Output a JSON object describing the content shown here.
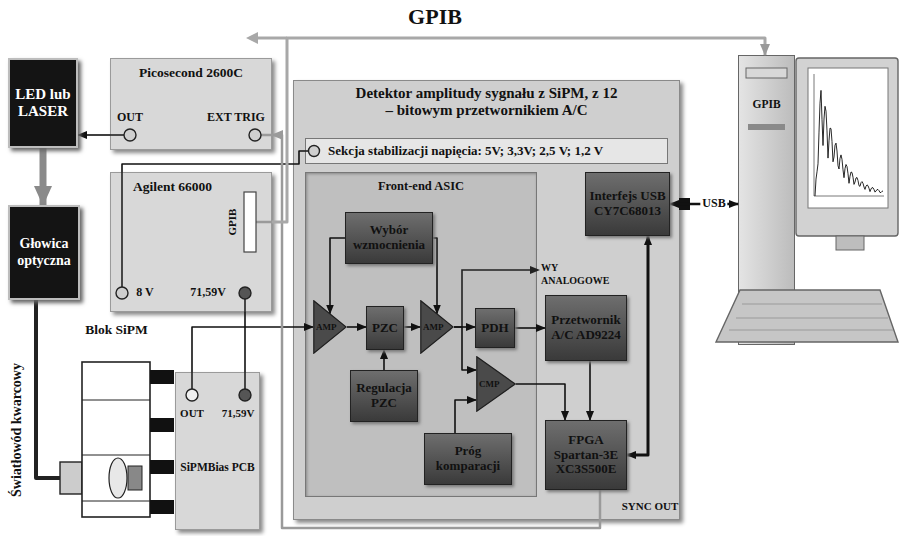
{
  "diagram": {
    "title": "GPIB",
    "nodes": [
      {
        "text": [
          "LED lub LASER"
        ]
      },
      {
        "text": [
          "Picosecond 2600C"
        ]
      },
      {
        "text": [
          "Głowica optyczna"
        ]
      },
      {
        "text": [
          "Agilent 66000"
        ]
      },
      {
        "text": [
          "Blok SiPM"
        ]
      },
      {
        "text": [
          "SiPMBias PCB"
        ]
      },
      {
        "text": [
          "Detektor amplitudy sygnału z SiPM, z 12 – bitowym przetwornikiem A/C"
        ]
      },
      {
        "text": [
          "Sekcja stabilizacji napięcia: 5V; 3,3V; 2,5 V; 1,2 V"
        ],
        "in": 6
      },
      {
        "text": [
          "Front-end ASIC"
        ],
        "in": 6
      },
      {
        "text": [
          "Wybór wzmocnienia"
        ],
        "in": 8
      },
      {
        "text": [
          "AMP"
        ],
        "in": 8
      },
      {
        "text": [
          "PZC"
        ],
        "in": 8
      },
      {
        "text": [
          "AMP"
        ],
        "in": 8
      },
      {
        "text": [
          "PDH"
        ],
        "in": 8
      },
      {
        "text": [
          "CMP"
        ],
        "in": 8
      },
      {
        "text": [
          "Regulacja PZC"
        ],
        "in": 8
      },
      {
        "text": [
          "Próg komparacji"
        ],
        "in": 8
      },
      {
        "text": [
          "Przetwornik A/C AD9224"
        ],
        "in": 6
      },
      {
        "text": [
          "Interfejs USB CY7C68013"
        ],
        "in": 6
      },
      {
        "text": [
          "FPGA Spartan-3E XC3S500E"
        ],
        "in": 6
      },
      {
        "text": [
          "GPIB"
        ]
      }
    ],
    "edges": [
      {
        "from": 1,
        "to": 0,
        "arrow": "to"
      },
      {
        "from": 0,
        "to": 2,
        "arrow": "to"
      },
      {
        "from": 2,
        "to": 4,
        "arrow": "none"
      },
      {
        "from": 3,
        "to": 7,
        "arrow": "none"
      },
      {
        "from": 3,
        "to": 5,
        "arrow": "none"
      },
      {
        "from": 5,
        "to": 10,
        "arrow": "to"
      },
      {
        "from": 9,
        "to": 10,
        "arrow": "to"
      },
      {
        "from": 9,
        "to": 12,
        "arrow": "to"
      },
      {
        "from": 10,
        "to": 11,
        "arrow": "to"
      },
      {
        "from": 11,
        "to": 12,
        "arrow": "to"
      },
      {
        "from": 12,
        "to": 13,
        "arrow": "to"
      },
      {
        "from": 12,
        "to": 14,
        "arrow": "to"
      },
      {
        "from": 15,
        "to": 11,
        "arrow": "to"
      },
      {
        "from": 16,
        "to": 14,
        "arrow": "to"
      },
      {
        "from": 13,
        "to": 17,
        "arrow": "to"
      },
      {
        "from": 14,
        "to": 19,
        "arrow": "to"
      },
      {
        "from": 17,
        "to": 19,
        "arrow": "to"
      },
      {
        "from": 19,
        "to": 18,
        "arrow": "both"
      },
      {
        "from": 18,
        "to": 20,
        "arrow": "both",
        "label": "USB"
      },
      {
        "from": 19,
        "to": 1,
        "arrow": "to"
      },
      {
        "from": 3,
        "to": 20,
        "arrow": "to"
      }
    ],
    "labels": [
      "OUT",
      "EXT TRIG",
      "GPIB",
      "8 V",
      "71,59V",
      "OUT",
      "71,59V",
      "WY ANALOGOWE",
      "SYNC OUT",
      "Światłowód kwarcowy"
    ]
  }
}
